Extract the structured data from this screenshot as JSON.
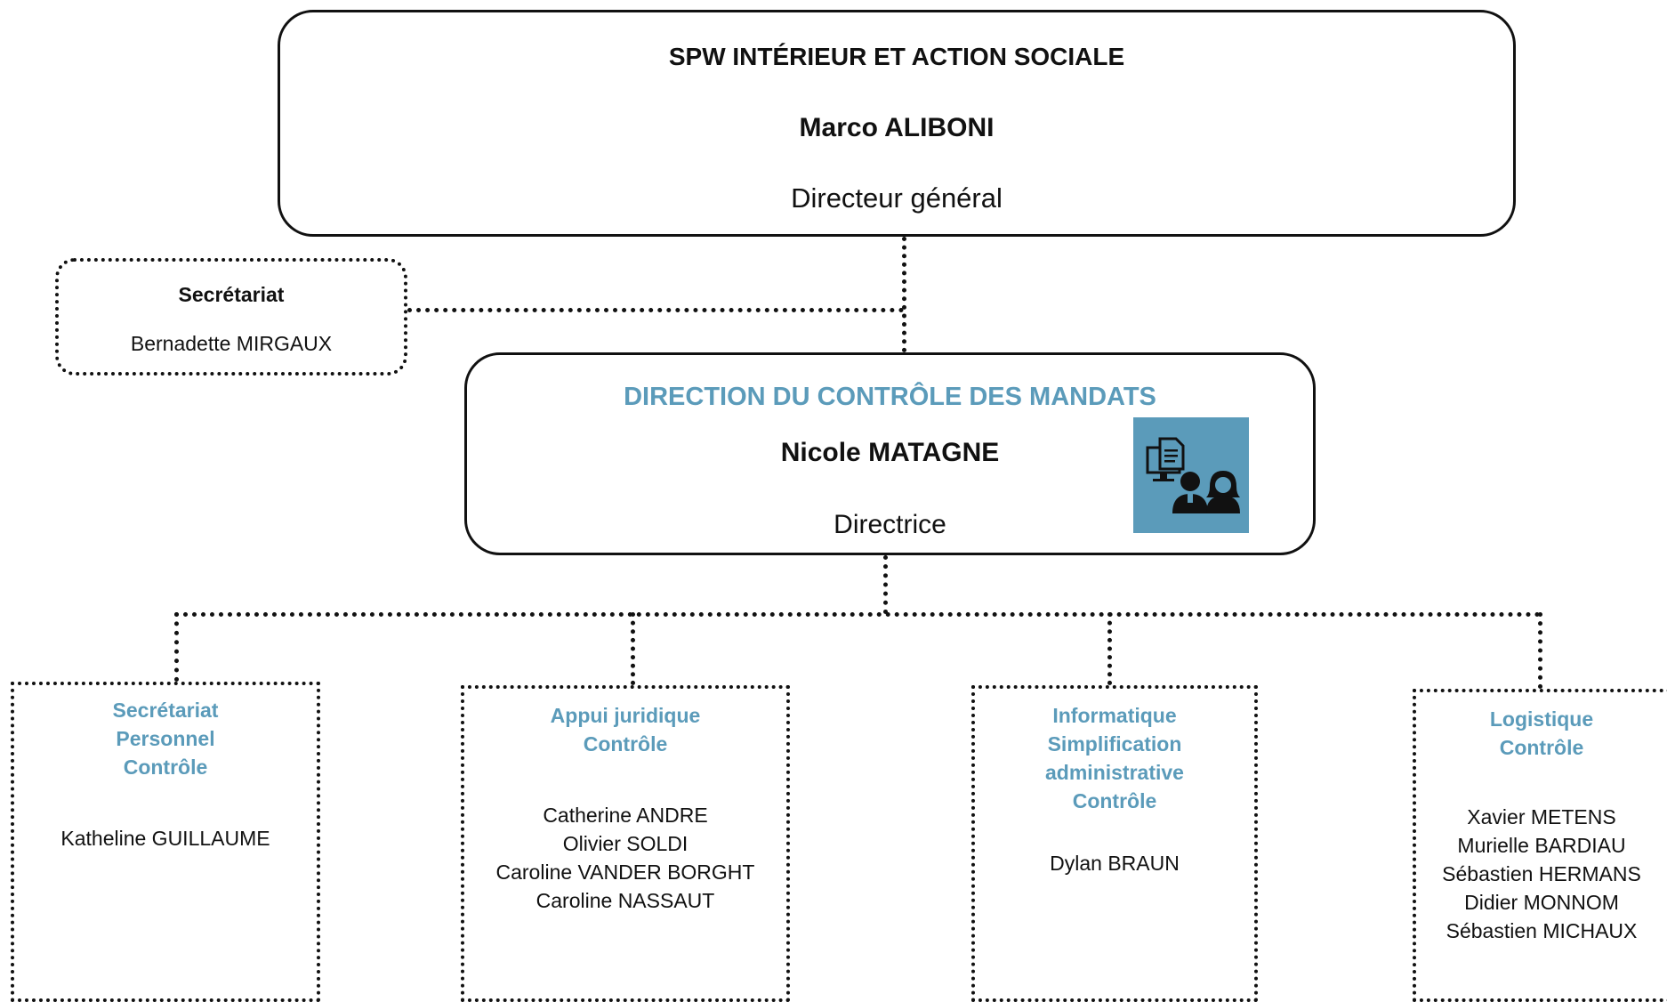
{
  "top": {
    "org": "SPW INTÉRIEUR ET ACTION SOCIALE",
    "name": "Marco ALIBONI",
    "role": "Directeur général"
  },
  "secretariat": {
    "title": "Secrétariat",
    "name": "Bernadette MIRGAUX"
  },
  "direction": {
    "title": "DIRECTION DU CONTRÔLE DES MANDATS",
    "name": "Nicole MATAGNE",
    "role": "Directrice",
    "icon": "office-staff-icon"
  },
  "units": [
    {
      "lines": [
        "Secrétariat",
        "Personnel",
        "Contrôle"
      ],
      "people": [
        "Katheline GUILLAUME"
      ]
    },
    {
      "lines": [
        "Appui juridique",
        "Contrôle"
      ],
      "people": [
        "Catherine ANDRE",
        "Olivier SOLDI",
        "Caroline VANDER BORGHT",
        "Caroline NASSAUT"
      ]
    },
    {
      "lines": [
        "Informatique",
        "Simplification",
        "administrative",
        "Contrôle"
      ],
      "people": [
        "Dylan BRAUN"
      ]
    },
    {
      "lines": [
        "Logistique",
        "Contrôle"
      ],
      "people": [
        "Xavier METENS",
        "Murielle BARDIAU",
        "Sébastien HERMANS",
        "Didier MONNOM",
        "Sébastien MICHAUX"
      ]
    }
  ],
  "colors": {
    "accent": "#5b9bba",
    "line": "#111111"
  }
}
